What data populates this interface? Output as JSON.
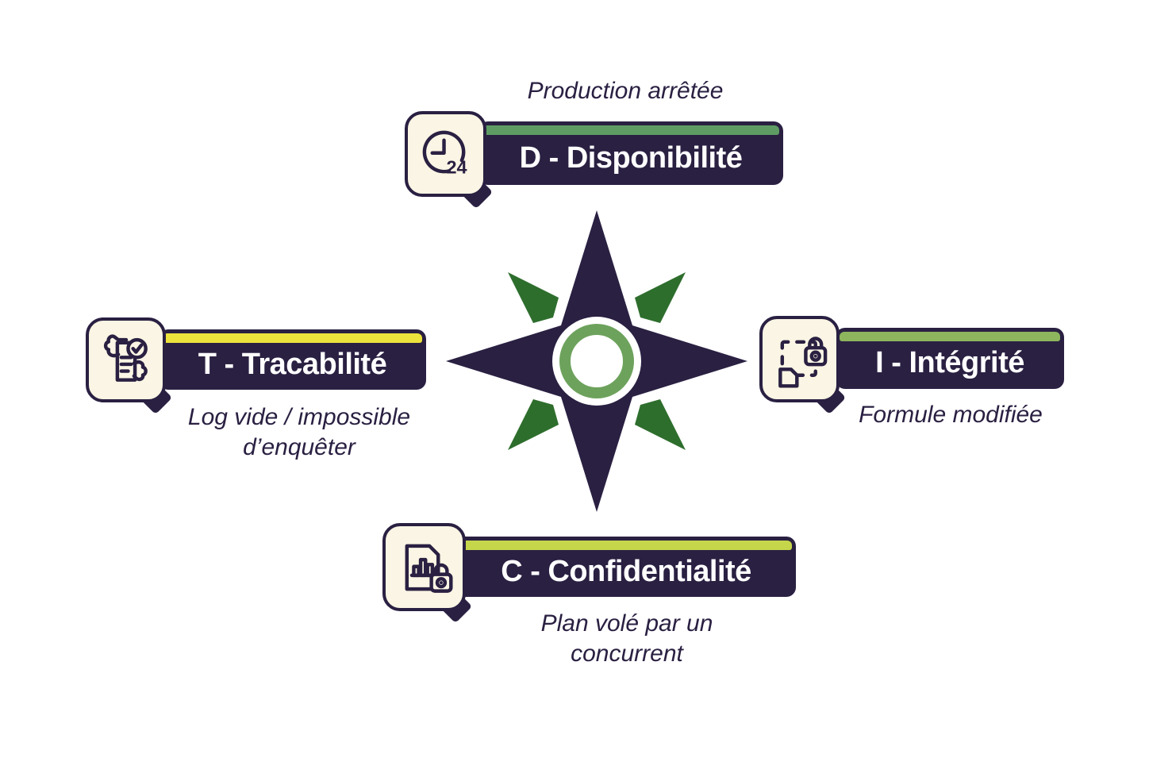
{
  "palette": {
    "navy": "#2a2042",
    "cream": "#faf5e4",
    "background": "#ffffff",
    "star_navy": "#2a2042",
    "star_dark_green": "#2e6e2d",
    "center_ring_green": "#6da25c"
  },
  "items": {
    "top": {
      "id": "D",
      "label": "D - Disponibilité",
      "caption": "Production arrêtée",
      "stripe_color": "#5e9c63",
      "icon": "clock-24-icon",
      "badge": "24"
    },
    "left": {
      "id": "T",
      "label": "T - Tracabilité",
      "caption_lines": [
        "Log vide / impossible",
        "d’enquêter"
      ],
      "stripe_color": "#ece23c",
      "icon": "document-hands-check-icon"
    },
    "right": {
      "id": "I",
      "label": "I - Intégrité",
      "caption": "Formule modifiée",
      "stripe_color": "#8db55d",
      "icon": "dashed-frame-lock-icon"
    },
    "bottom": {
      "id": "C",
      "label": "C - Confidentialité",
      "caption_lines": [
        "Plan volé par un",
        "concurrent"
      ],
      "stripe_color": "#c6d64b",
      "icon": "document-chart-lock-icon"
    }
  }
}
